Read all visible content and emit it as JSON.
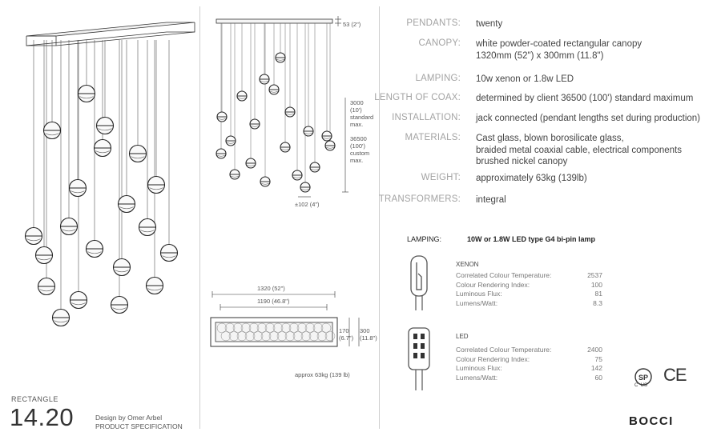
{
  "specs": [
    {
      "label": "PENDANTS:",
      "lines": [
        "twenty"
      ]
    },
    {
      "label": "CANOPY:",
      "lines": [
        "white powder-coated rectangular canopy",
        "1320mm (52\") x 300mm (11.8\")"
      ]
    },
    {
      "label": "LAMPING:",
      "lines": [
        "10w xenon or 1.8w LED"
      ]
    },
    {
      "label": "LENGTH OF COAX:",
      "lines": [
        "determined by client 36500 (100') standard maximum"
      ]
    },
    {
      "label": "INSTALLATION:",
      "lines": [
        "jack connected (pendant lengths set during production)"
      ]
    },
    {
      "label": "MATERIALS:",
      "lines": [
        "Cast glass, blown borosilicate glass,",
        "braided metal coaxial cable, electrical components",
        "brushed nickel canopy"
      ]
    },
    {
      "label": "WEIGHT:",
      "lines": [
        "approximately 63kg (139lb)"
      ]
    },
    {
      "label": "TRANSFORMERS:",
      "lines": [
        "integral"
      ]
    }
  ],
  "lamping_section": {
    "label": "LAMPING:",
    "title": "10W or 1.8W LED type G4 bi-pin lamp",
    "xenon": {
      "name": "XENON",
      "rows": [
        {
          "k": "Correlated Colour Temperature:",
          "v": "2537"
        },
        {
          "k": "Colour Rendering Index:",
          "v": "100"
        },
        {
          "k": "Luminous Flux:",
          "v": "81"
        },
        {
          "k": "Lumens/Watt:",
          "v": "8.3"
        }
      ]
    },
    "led": {
      "name": "LED",
      "rows": [
        {
          "k": "Correlated Colour Temperature:",
          "v": "2400"
        },
        {
          "k": "Colour Rendering Index:",
          "v": "75"
        },
        {
          "k": "Luminous Flux:",
          "v": "142"
        },
        {
          "k": "Lumens/Watt:",
          "v": "60"
        }
      ]
    }
  },
  "dimensions": {
    "canopy_height": "53 (2\")",
    "drop": [
      "3000",
      "(10')",
      "standard",
      "max."
    ],
    "drop_custom": [
      "36500",
      "(100')",
      "custom",
      "max."
    ],
    "bottom_spread": "±102 (4\")",
    "plan_overall": "1320 (52\")",
    "plan_inner": "1190 (46.8\")",
    "plan_depth_inner": [
      "170",
      "(6.7\")"
    ],
    "plan_depth_outer": [
      "300",
      "(11.8\")"
    ],
    "plan_weight": "approx 63kg (139 lb)"
  },
  "product": {
    "series": "RECTANGLE",
    "number": "14.20",
    "designer": "Design by Omer Arbel",
    "doc_type": "PRODUCT SPECIFICATION",
    "brand": "BOCCI",
    "cert_csa": "C  US",
    "cert_ce": "CE"
  }
}
